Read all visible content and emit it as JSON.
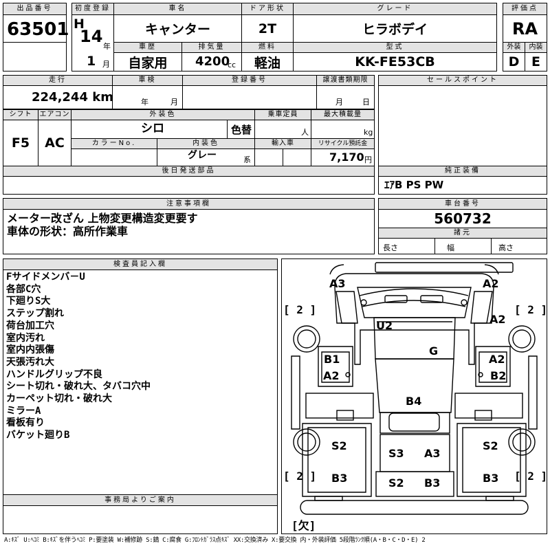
{
  "header": {
    "lot_label": "出品番号",
    "lot_value": "63501",
    "first_reg_label": "初度登録",
    "era": "H",
    "year": "14",
    "year_unit": "年",
    "month": "1",
    "month_unit": "月",
    "name_label": "車名",
    "name_value": "キャンター",
    "door_label": "ドア形状",
    "door_value": "2T",
    "grade_label": "グレード",
    "grade_value": "ヒラボデイ",
    "score_label": "評価点",
    "score_value": "RA",
    "history_label": "車歴",
    "history_value": "自家用",
    "displacement_label": "排気量",
    "displacement_value": "4200",
    "displacement_unit": "cc",
    "fuel_label": "燃料",
    "fuel_value": "軽油",
    "model_label": "型式",
    "model_value": "KK-FE53CB",
    "exterior_label": "外装",
    "exterior_value": "D",
    "interior_label": "内装",
    "interior_value": "E"
  },
  "middle": {
    "mileage_label": "走行",
    "mileage_value": "224,244 km(*)",
    "inspection_label": "車検",
    "inspection_year": "年",
    "inspection_month": "月",
    "regno_label": "登録番号",
    "transfer_label": "譲渡書類期限",
    "transfer_month": "月",
    "transfer_day": "日",
    "shift_label": "シフト",
    "shift_value": "F5",
    "ac_label": "エアコン",
    "ac_value": "AC",
    "color_label": "外装色",
    "color_value": "シロ",
    "color_change": "色替",
    "capacity_label": "乗車定員",
    "capacity_unit": "人",
    "maxload_label": "最大積載量",
    "maxload_unit": "kg",
    "colorno_label": "カラーNo.",
    "intcolor_label": "内装色",
    "intcolor_value": "グレー",
    "intcolor_unit": "系",
    "import_label": "輸入車",
    "recycle_label": "リサイクル預託金",
    "recycle_value": "7,170",
    "recycle_unit": "円",
    "later_parts_label": "後日発送部品",
    "sales_label": "セールスポイント",
    "equip_label": "純正装備",
    "equip_value": "ｴｱB PS PW"
  },
  "notes": {
    "caution_label": "注意事項欄",
    "caution_lines": [
      "メーター改ざん 上物変更構造変更要す",
      "車体の形状：高所作業車"
    ],
    "frame_label": "車台番号",
    "frame_value": "560732",
    "dim_label": "諸元",
    "length_label": "長さ",
    "width_label": "幅",
    "height_label": "高さ"
  },
  "inspector": {
    "label": "検査員記入欄",
    "lines": [
      "Fサイドメンバ－U",
      "各部C穴",
      "下廻りS大",
      "ステップ割れ",
      "荷台加工穴",
      "室内汚れ",
      "室内内張傷",
      "天張汚れ大",
      "ハンドルグリップ不良",
      "シート切れ・破れ大、タバコ穴中",
      "カーペット切れ・破れ大",
      "ミラーA",
      "看板有り",
      "バケット廻りB"
    ]
  },
  "office": {
    "label": "事務局よりご案内"
  },
  "diagram": {
    "marks": {
      "a3_tl": "A3",
      "a2_tr": "A2",
      "u2": "U2",
      "a2_right": "A2",
      "g": "G",
      "b1": "B1",
      "a2_left": "A2",
      "a2_right2": "A2",
      "b2": "B2",
      "b4": "B4",
      "s2_left": "S2",
      "s3": "S3",
      "a3_center": "A3",
      "s2_right": "S2",
      "b3_left": "B3",
      "s2_bottom": "S2",
      "b3_center": "B3",
      "b3_right": "B3"
    },
    "bracket_tl": "[ 2 ]",
    "bracket_tr": "[ 2 ]",
    "bracket_bl": "[ 2 ]",
    "bracket_br": "[ 2 ]",
    "missing": "[欠]"
  },
  "legend": "A:ｷｽﾞ U:ﾍｺﾐ B:ｷｽﾞを伴うﾍｺﾐ P:要塗装 W:補修跡 S:錆 C:腐食 G:ﾌﾛﾝﾄｶﾞﾗｽ点ｷｽﾞ XX:交換済み X:要交換 内・外装評価 5段階ﾗﾝｸ順(A・B・C・D・E) 2"
}
